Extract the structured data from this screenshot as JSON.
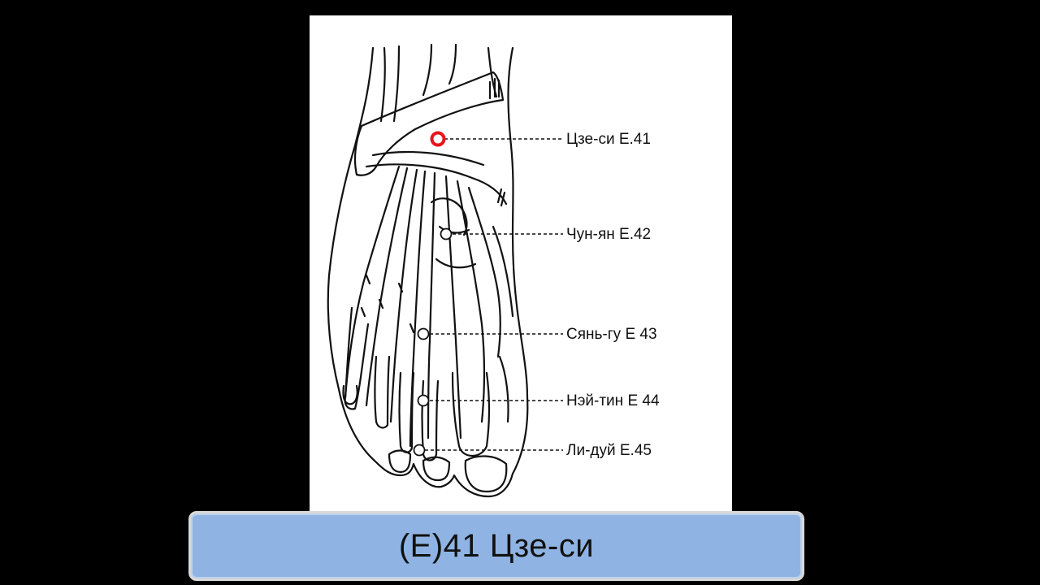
{
  "diagram": {
    "points": [
      {
        "label": "Цзе-си E.41",
        "highlighted": true
      },
      {
        "label": "Чун-ян E.42",
        "highlighted": false
      },
      {
        "label": "Сянь-гу E 43",
        "highlighted": false
      },
      {
        "label": "Нэй-тин E 44",
        "highlighted": false
      },
      {
        "label": "Ли-дуй E.45",
        "highlighted": false
      }
    ],
    "highlight_color": "#e8141b"
  },
  "caption": {
    "text": "(E)41 Цзе-си"
  },
  "colors": {
    "background": "#000000",
    "panel": "#ffffff",
    "caption_bar": "#8fb4e3",
    "ink": "#111111"
  }
}
